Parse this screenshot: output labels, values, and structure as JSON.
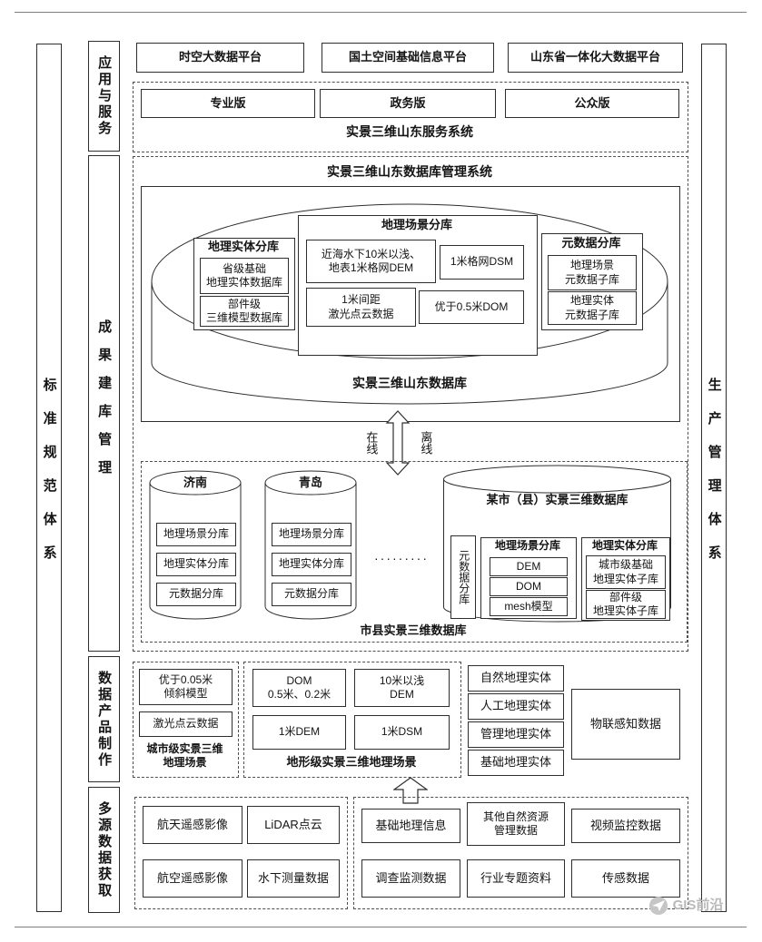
{
  "side_bars": {
    "left": "标准规范体系",
    "right": "生产管理体系"
  },
  "sections": {
    "app": {
      "label": "应用与服务",
      "platforms": [
        "时空大数据平台",
        "国土空间基础信息平台",
        "山东省一体化大数据平台"
      ],
      "service": {
        "editions": [
          "专业版",
          "政务版",
          "公众版"
        ],
        "title": "实景三维山东服务系统"
      }
    },
    "build": {
      "label": "成果建库管理",
      "dbms_title": "实景三维山东数据库管理系统",
      "main_db": {
        "title": "实景三维山东数据库",
        "entity_group": {
          "title": "地理实体分库",
          "items": [
            "省级基础\n地理实体数据库",
            "部件级\n三维模型数据库"
          ]
        },
        "scene_group": {
          "title": "地理场景分库",
          "items": [
            "近海水下10米以浅、\n地表1米格网DEM",
            "1米格网DSM",
            "1米间距\n激光点云数据",
            "优于0.5米DOM"
          ]
        },
        "meta_group": {
          "title": "元数据分库",
          "items": [
            "地理场景\n元数据子库",
            "地理实体\n元数据子库"
          ]
        }
      },
      "sync": {
        "online": "在线",
        "offline": "离线"
      },
      "city_layer": {
        "jinan": {
          "title": "济南",
          "items": [
            "地理场景分库",
            "地理实体分库",
            "元数据分库"
          ]
        },
        "qingdao": {
          "title": "青岛",
          "items": [
            "地理场景分库",
            "地理实体分库",
            "元数据分库"
          ]
        },
        "dots": "·········",
        "county": {
          "title": "某市（县）实景三维数据库",
          "meta_vertical": "元数据分库",
          "scene_group": {
            "title": "地理场景分库",
            "items": [
              "DEM",
              "DOM",
              "mesh模型"
            ]
          },
          "entity_group": {
            "title": "地理实体分库",
            "items": [
              "城市级基础\n地理实体子库",
              "部件级\n地理实体子库"
            ]
          }
        },
        "caption": "市县实景三维数据库"
      }
    },
    "product": {
      "label": "数据产品制作",
      "city_scene": {
        "items": [
          "优于0.05米\n倾斜模型",
          "激光点云数据"
        ],
        "caption": "城市级实景三维\n地理场景"
      },
      "terrain_scene": {
        "items": [
          "DOM\n0.5米、0.2米",
          "10米以浅\nDEM",
          "1米DEM",
          "1米DSM"
        ],
        "caption": "地形级实景三维地理场景"
      },
      "entities": [
        "自然地理实体",
        "人工地理实体",
        "管理地理实体",
        "基础地理实体"
      ],
      "iot": "物联感知数据"
    },
    "source": {
      "label": "多源数据获取",
      "remote_group": [
        "航天遥感影像",
        "LiDAR点云",
        "航空遥感影像",
        "水下测量数据"
      ],
      "resource_group": [
        "基础地理信息",
        "其他自然资源\n管理数据",
        "视频监控数据",
        "调查监测数据",
        "行业专题资料",
        "传感数据"
      ]
    }
  },
  "watermark": "GIS前沿"
}
